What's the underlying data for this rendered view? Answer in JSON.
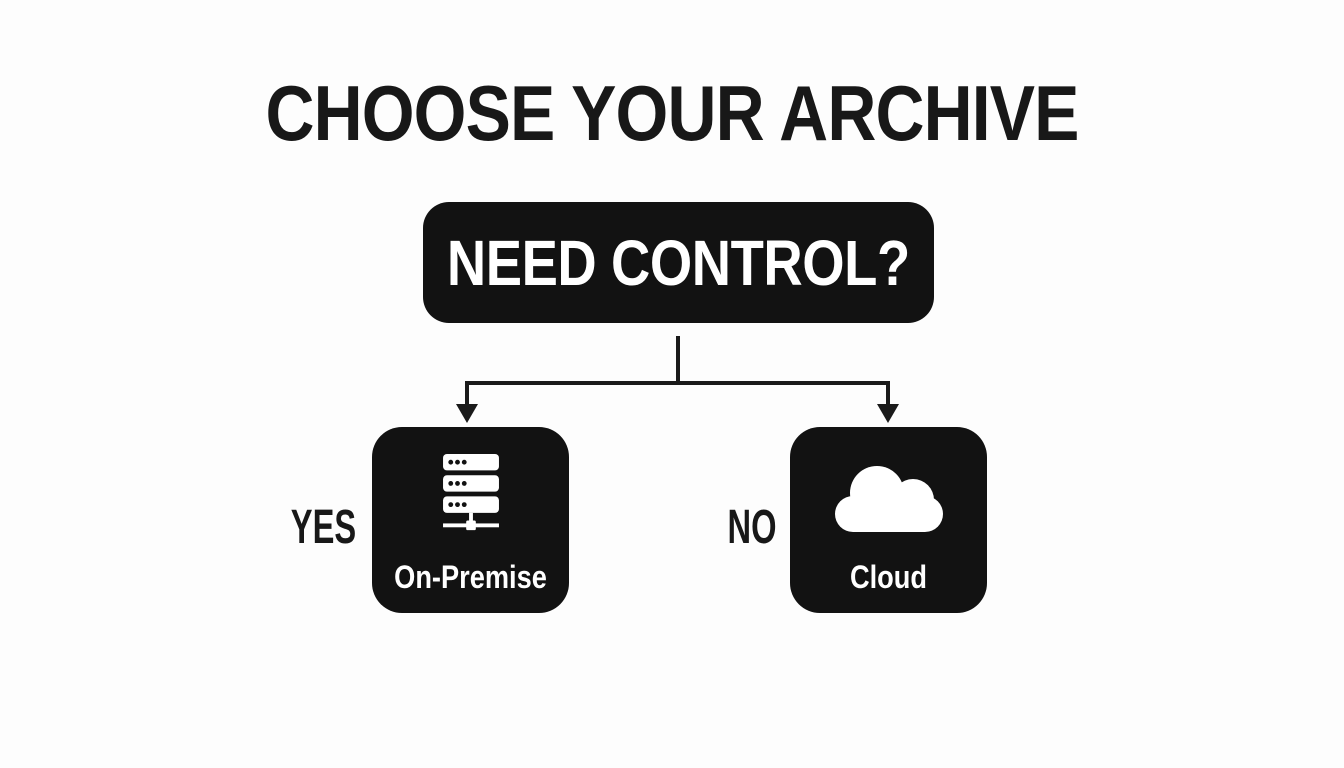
{
  "title": "CHOOSE YOUR ARCHIVE",
  "decision_node": {
    "label": "NEED CONTROL?"
  },
  "branches": [
    {
      "id": "yes",
      "answer_label": "YES",
      "option_label": "On-Premise",
      "icon": "server-icon"
    },
    {
      "id": "no",
      "answer_label": "NO",
      "option_label": "Cloud",
      "icon": "cloud-icon"
    }
  ],
  "colors": {
    "node_bg": "#121212",
    "node_text": "#ffffff",
    "line": "#1a1a1a",
    "canvas_bg": "#fdfdfd",
    "title_text": "#181818"
  }
}
